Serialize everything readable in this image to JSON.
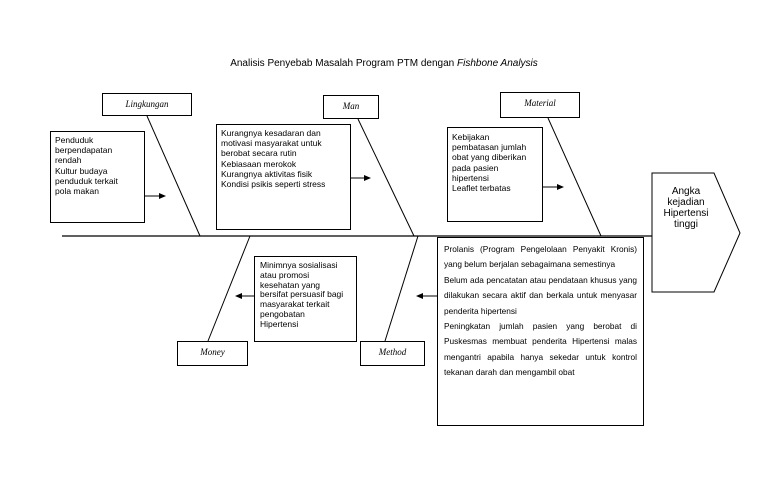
{
  "title": {
    "main": "Analisis Penyebab Masalah Program PTM dengan",
    "italic": "Fishbone Analysis"
  },
  "effect": [
    "Angka",
    "kejadian",
    "Hipertensi",
    "tinggi"
  ],
  "categories": {
    "lingkungan": "Lingkungan",
    "man": "Man",
    "material": "Material",
    "money": "Money",
    "method": "Method"
  },
  "causes": {
    "lingkungan": [
      "Penduduk",
      "berpendapatan",
      "rendah",
      "Kultur budaya",
      "penduduk terkait",
      "pola makan"
    ],
    "man": [
      "Kurangnya kesadaran dan",
      "motivasi masyarakat untuk",
      "berobat secara rutin",
      "Kebiasaan merokok",
      "Kurangnya aktivitas fisik",
      "Kondisi psikis seperti stress"
    ],
    "material": [
      "Kebijakan",
      "pembatasan jumlah",
      "obat yang diberikan",
      "pada pasien",
      "hipertensi",
      "Leaflet terbatas"
    ],
    "money": [
      "Minimnya sosialisasi",
      "atau promosi",
      "kesehatan yang",
      "bersifat persuasif bagi",
      "masyarakat terkait",
      "pengobatan",
      "Hipertensi"
    ],
    "method": [
      "Prolanis (Program Pengelolaan Penyakit Kronis) yang belum berjalan sebagaimana semestinya",
      "Belum ada pencatatan atau pendataan khusus yang dilakukan secara aktif dan berkala untuk menyasar penderita hipertensi",
      "Peningkatan jumlah pasien yang berobat di Puskesmas membuat penderita Hipertensi malas mengantri apabila hanya sekedar untuk kontrol tekanan darah dan mengambil obat"
    ]
  }
}
